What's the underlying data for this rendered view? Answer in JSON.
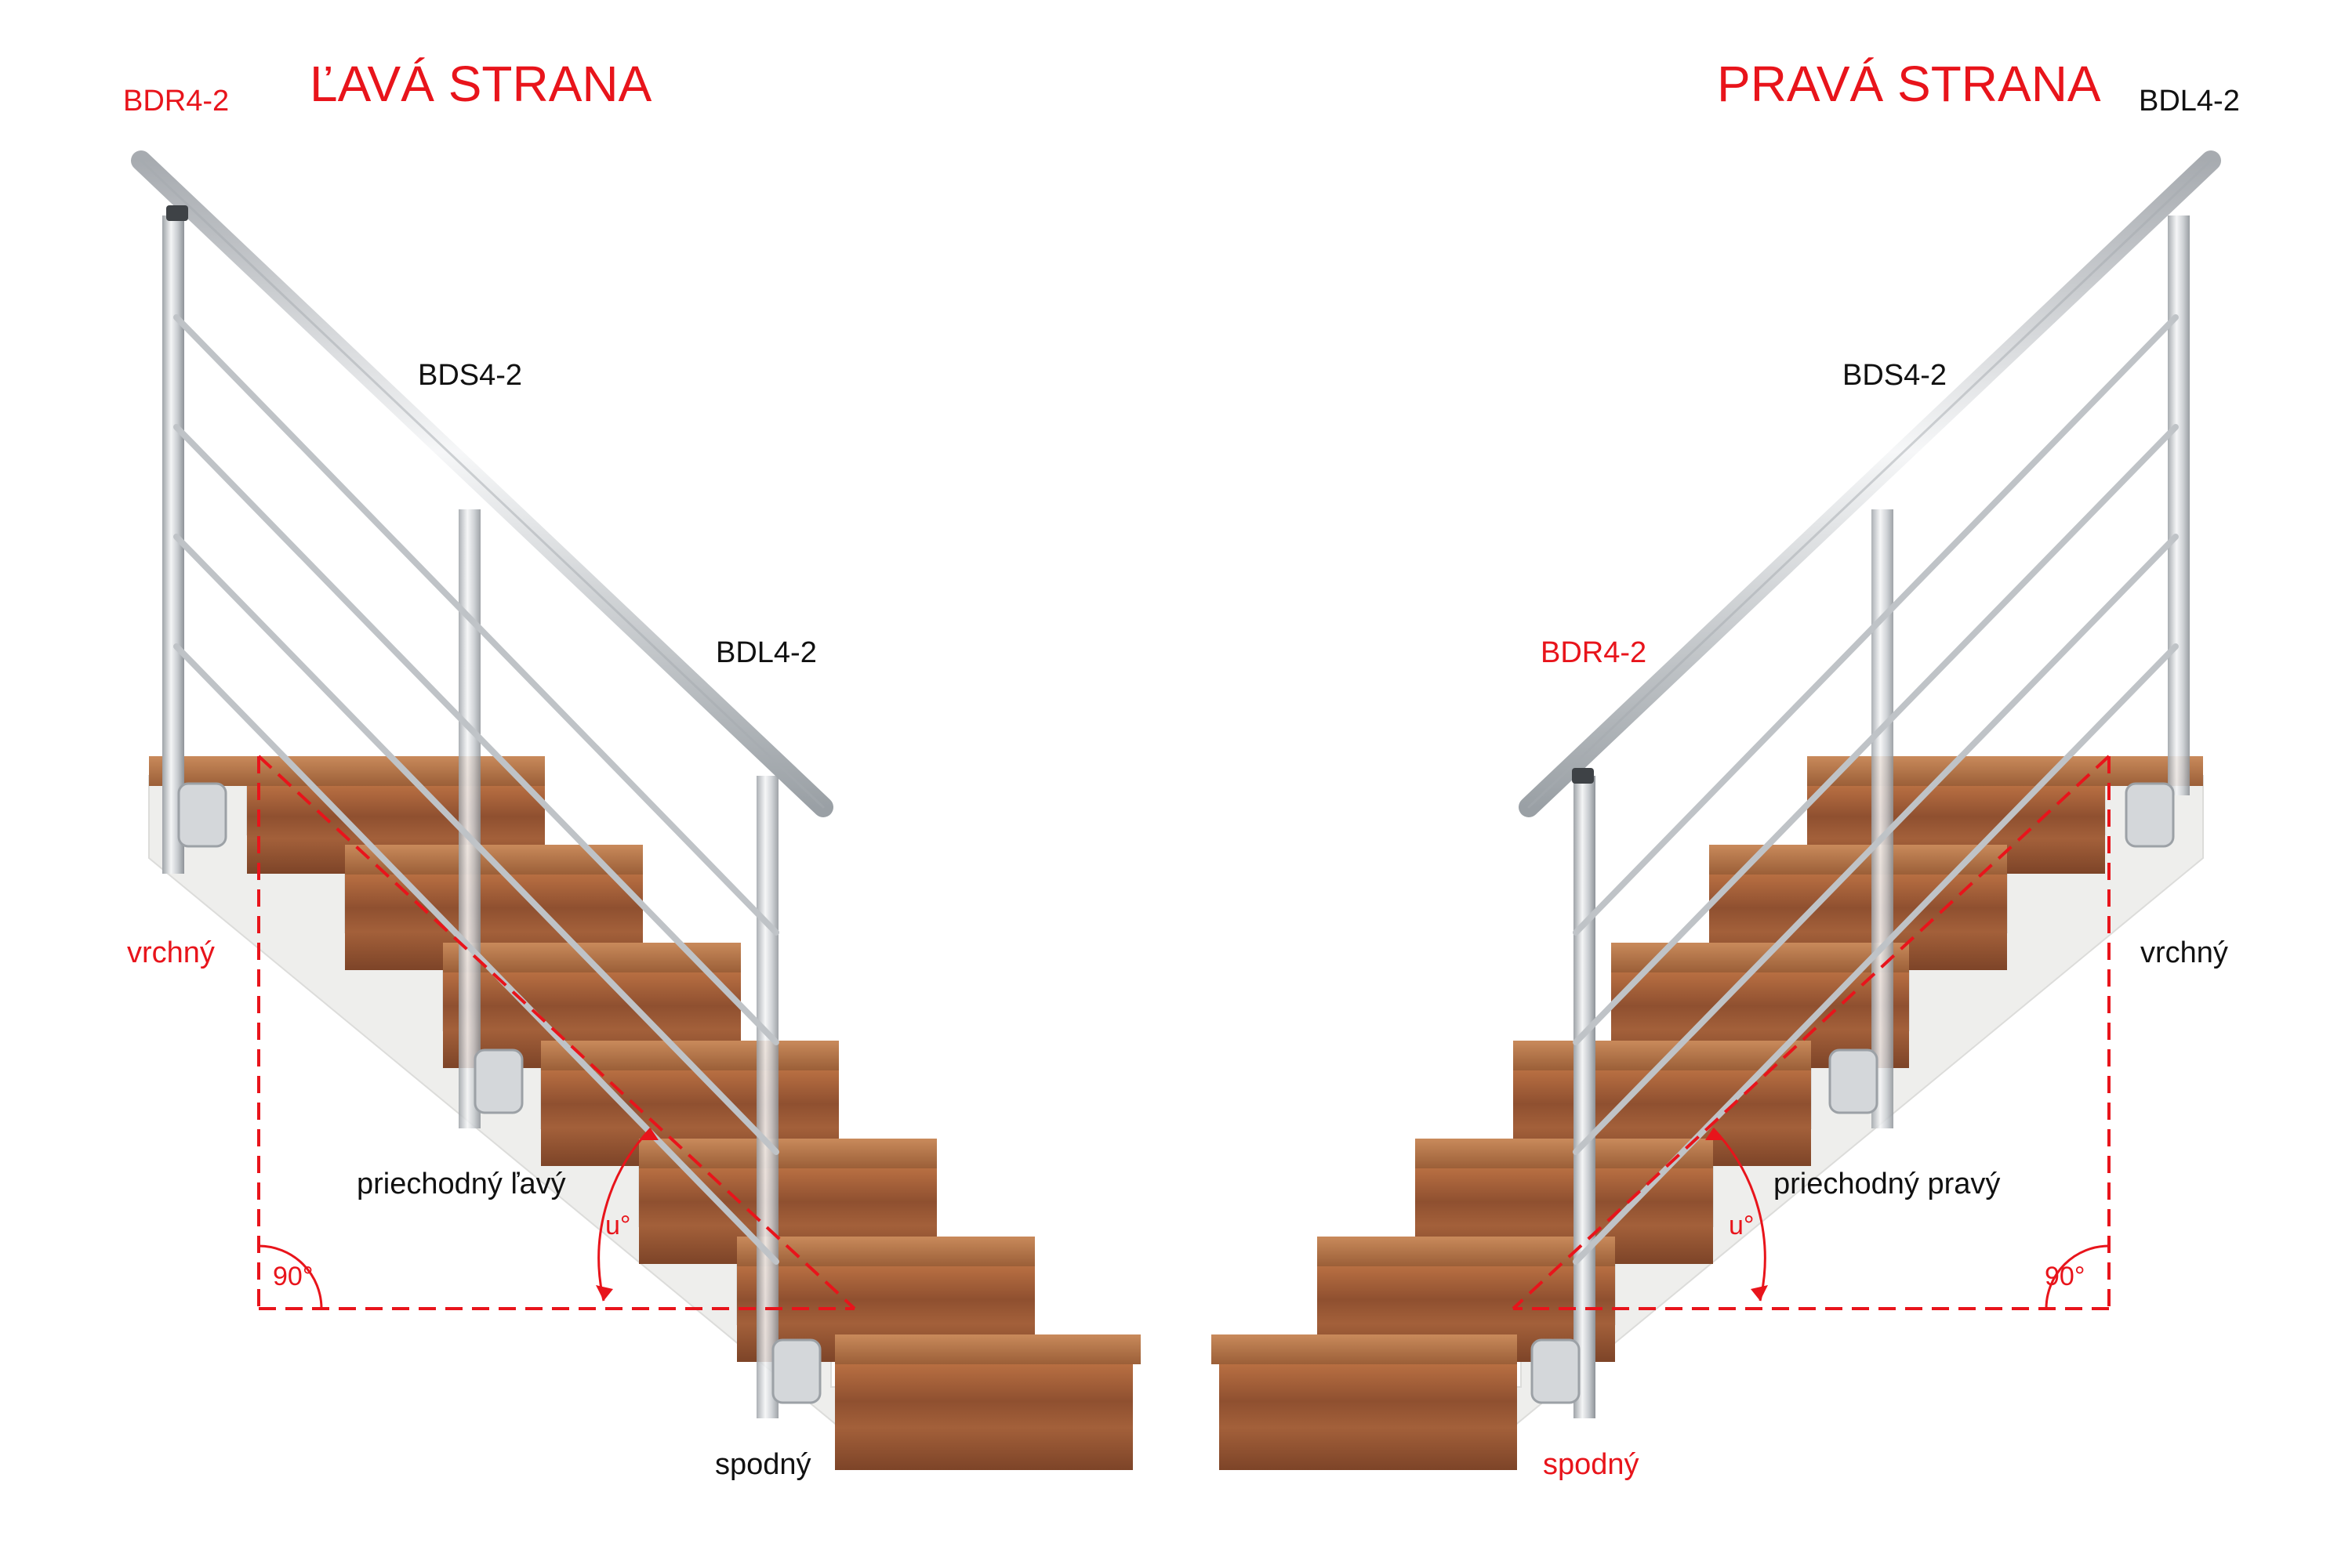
{
  "left": {
    "title": "ĽAVÁ STRANA",
    "label_top_code": "BDR4-2",
    "label_mid_code": "BDS4-2",
    "label_end_code": "BDL4-2",
    "label_top": "vrchný",
    "label_mid": "priechodný ľavý",
    "label_bottom": "spodný",
    "angle_right": "90°",
    "angle_u": "u°"
  },
  "right": {
    "title": "PRAVÁ STRANA",
    "label_top_code": "BDL4-2",
    "label_mid_code": "BDS4-2",
    "label_end_code": "BDR4-2",
    "label_top": "vrchný",
    "label_mid": "priechodný pravý",
    "label_bottom": "spodný",
    "angle_right": "90°",
    "angle_u": "u°"
  },
  "colors": {
    "accent_red": "#e8141b",
    "text_black": "#111111",
    "wood": "#9a5a34",
    "wood_dark": "#7a4326",
    "steel": "#c9cdd2",
    "concrete": "#ececea"
  }
}
